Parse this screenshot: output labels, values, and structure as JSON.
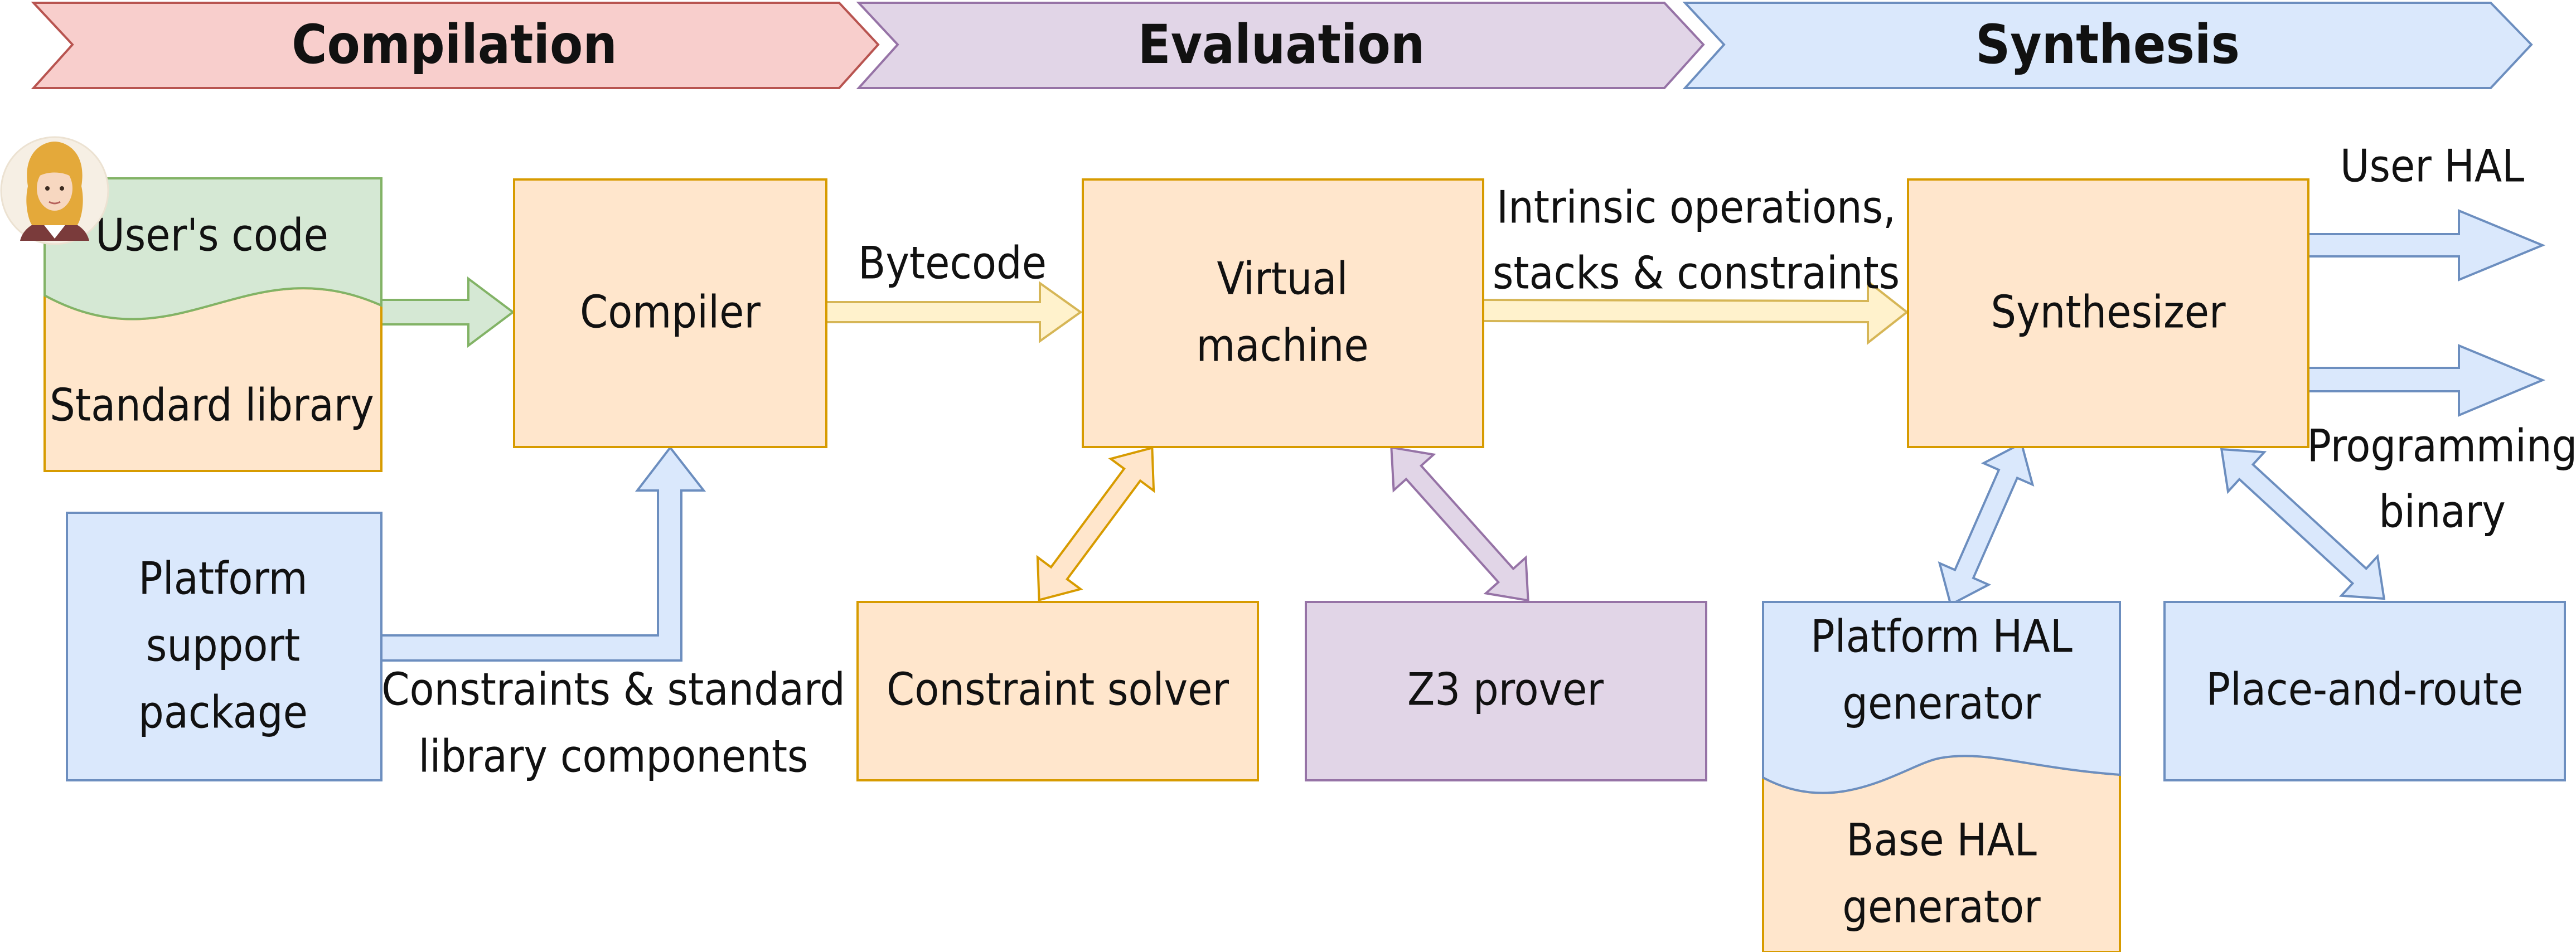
{
  "colors": {
    "compilation_fill": "#f8cecc",
    "compilation_stroke": "#b85450",
    "evaluation_fill": "#e1d5e7",
    "evaluation_stroke": "#9673a6",
    "synthesis_fill": "#dae8fc",
    "synthesis_stroke": "#6c8ebf",
    "orange_fill": "#ffe6cc",
    "orange_stroke": "#d79b00",
    "green_fill": "#d5e8d4",
    "green_stroke": "#82b366",
    "yellow_fill": "#fff2cc",
    "yellow_stroke": "#d6b656"
  },
  "phases": {
    "compilation": "Compilation",
    "evaluation": "Evaluation",
    "synthesis": "Synthesis"
  },
  "nodes": {
    "users_code": "User's code",
    "standard_library": "Standard library",
    "compiler": "Compiler",
    "platform_support": [
      "Platform",
      "support",
      "package"
    ],
    "virtual_machine": [
      "Virtual",
      "machine"
    ],
    "constraint_solver": "Constraint solver",
    "z3_prover": "Z3 prover",
    "synthesizer": "Synthesizer",
    "platform_hal_generator": [
      "Platform HAL",
      "generator"
    ],
    "base_hal_generator": [
      "Base HAL",
      "generator"
    ],
    "place_and_route": "Place-and-route"
  },
  "edges": {
    "bytecode": "Bytecode",
    "intrinsics": [
      "Intrinsic operations,",
      "stacks & constraints"
    ],
    "constraints_stdlib": [
      "Constraints & standard",
      "library components"
    ],
    "user_hal": "User HAL",
    "programming_binary": [
      "Programming",
      "binary"
    ]
  },
  "icons": {
    "user": "user-avatar-icon"
  }
}
